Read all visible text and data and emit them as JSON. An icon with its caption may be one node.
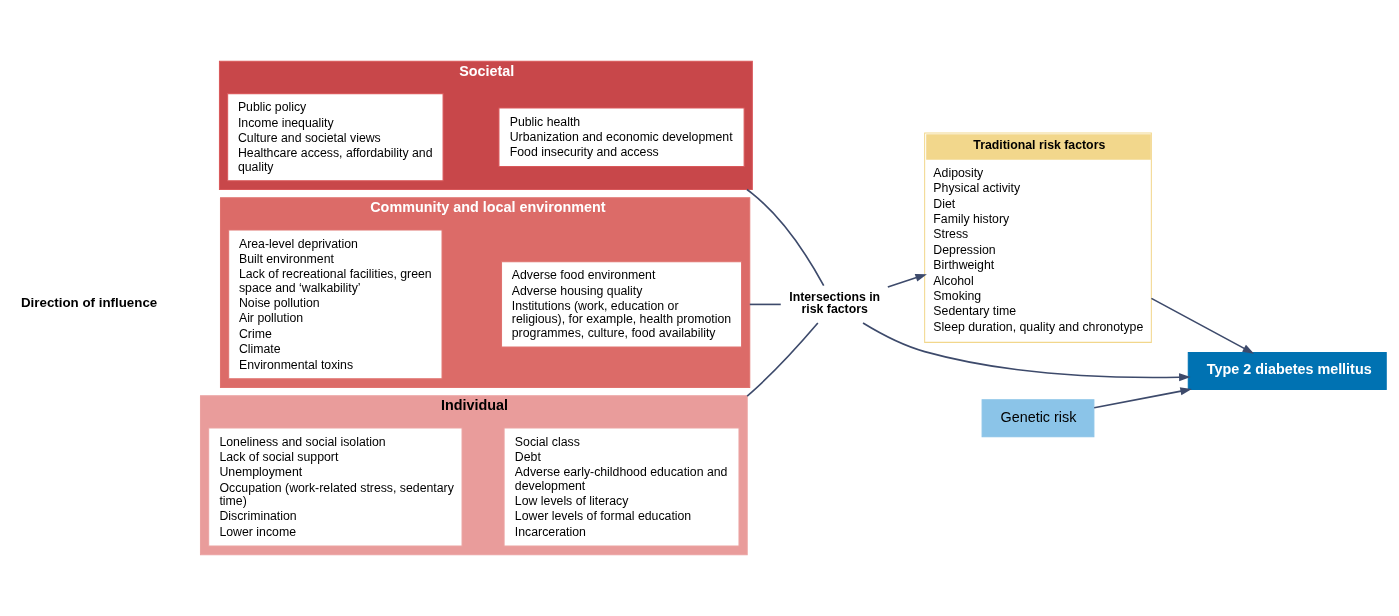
{
  "diagram": {
    "nodes": [
      {
        "text": [
          "Societal"
        ]
      },
      {
        "text": [
          "Public policy",
          "Income inequality",
          "Culture and societal views",
          "Healthcare access, affordability and quality"
        ],
        "in": 0
      },
      {
        "text": [
          "Public health",
          "Urbanization and economic development",
          "Food insecurity and access"
        ],
        "in": 0
      },
      {
        "text": [
          "Community and local environment"
        ]
      },
      {
        "text": [
          "Area-level deprivation",
          "Built environment",
          "Lack of recreational facilities, green space and ‘walkability’",
          "Noise pollution",
          "Air pollution",
          "Crime",
          "Climate",
          "Environmental toxins"
        ],
        "in": 3
      },
      {
        "text": [
          "Adverse food environment",
          "Adverse housing quality",
          "Institutions (work, education or religious), for example, health promotion programmes, culture, food availability"
        ],
        "in": 3
      },
      {
        "text": [
          "Individual"
        ]
      },
      {
        "text": [
          "Loneliness and social isolation",
          "Lack of social support",
          "Unemployment",
          "Occupation (work-related stress, sedentary time)",
          "Discrimination",
          "Lower income"
        ],
        "in": 6
      },
      {
        "text": [
          "Social class",
          "Debt",
          "Adverse early-childhood education and development",
          "Low levels of literacy",
          "Lower levels of formal education",
          "Incarceration"
        ],
        "in": 6
      },
      {
        "text": [
          "Intersections in risk factors"
        ]
      },
      {
        "text": [
          "Traditional risk factors",
          "Adiposity",
          "Physical activity",
          "Diet",
          "Family history",
          "Stress",
          "Depression",
          "Birthweight",
          "Alcohol",
          "Smoking",
          "Sedentary time",
          "Sleep duration, quality and chronotype"
        ]
      },
      {
        "text": [
          "Type 2 diabetes mellitus"
        ]
      },
      {
        "text": [
          "Genetic risk"
        ]
      }
    ],
    "edges": [
      {
        "from": 0,
        "to": 9,
        "arrow": "none"
      },
      {
        "from": 3,
        "to": 9,
        "arrow": "none"
      },
      {
        "from": 6,
        "to": 9,
        "arrow": "none"
      },
      {
        "from": 9,
        "to": 10,
        "arrow": "to"
      },
      {
        "from": 9,
        "to": 11,
        "arrow": "to"
      },
      {
        "from": 10,
        "to": 11,
        "arrow": "to"
      },
      {
        "from": 12,
        "to": 11,
        "arrow": "to"
      }
    ],
    "labels": [
      "Direction of influence"
    ]
  }
}
